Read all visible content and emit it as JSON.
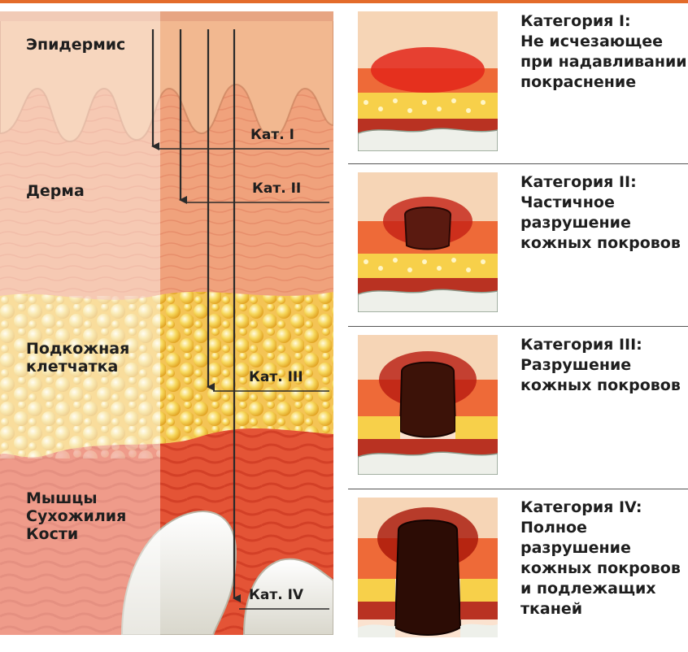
{
  "layers": {
    "epidermis": "Эпидермис",
    "dermis": "Дерма",
    "subcutaneous": "Подкожная\nклетчатка",
    "deep": "Мышцы\nСухожилия\nКости"
  },
  "depth_markers": [
    "Кат. I",
    "Кат. II",
    "Кат. III",
    "Кат. IV"
  ],
  "categories": [
    {
      "title": "Категория I:",
      "body": "Не исчезающее\nпри надавливании\nпокраснение"
    },
    {
      "title": "Категория II:",
      "body": "Частичное\nразрушение\nкожных покровов"
    },
    {
      "title": "Категория III:",
      "body": "Разрушение\nкожных покровов"
    },
    {
      "title": "Категория IV:",
      "body": "Полное\nразрушение\nкожных покровов\nи подлежащих\nтканей"
    }
  ],
  "colors": {
    "accent": "#e36b2a",
    "skin": "#f3c3a3",
    "dermis": "#ef9a74",
    "fat": "#f6cf45",
    "muscle": "#e4472c",
    "bone": "#f4f2ea",
    "wound": "#3c1208"
  }
}
